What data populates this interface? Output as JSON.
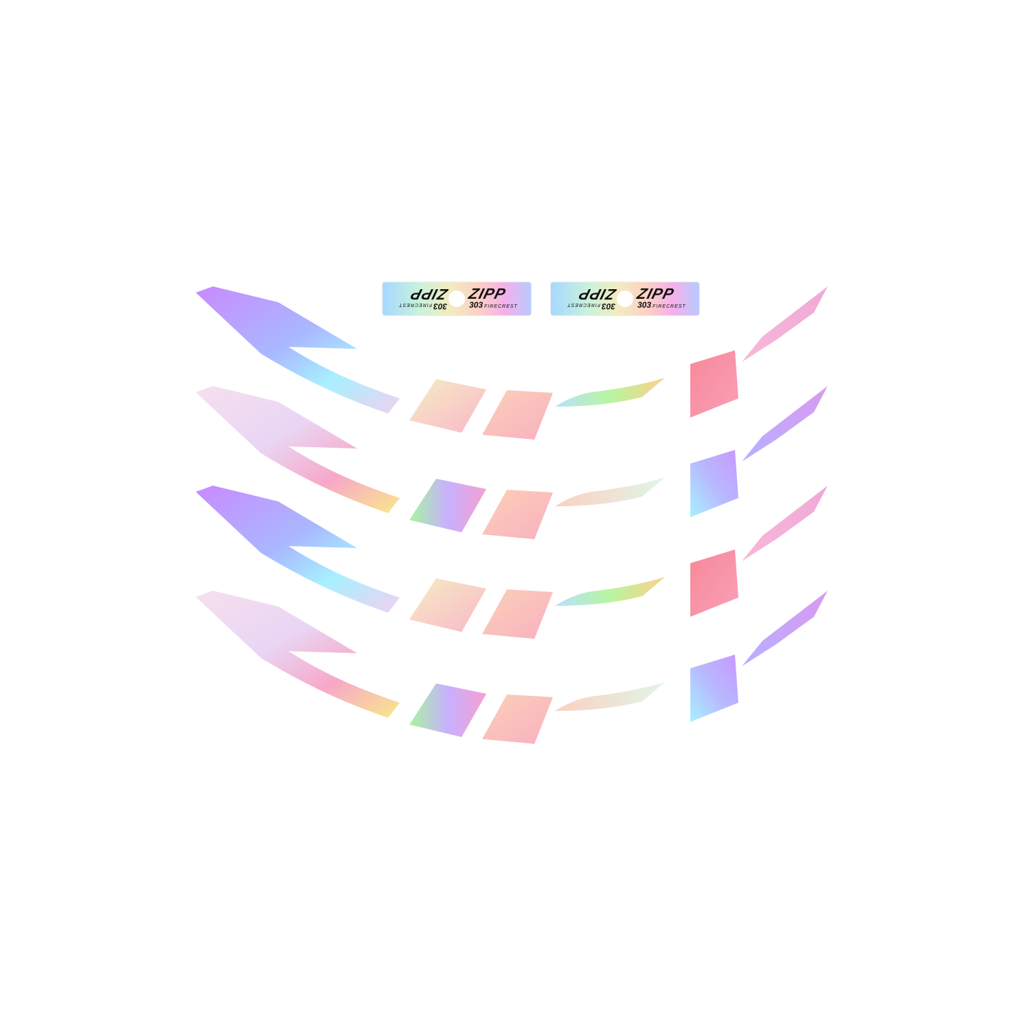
{
  "decal_labels": {
    "brand": "ZIPP",
    "model": "303",
    "line": "FIRECREST"
  },
  "colors": {
    "lavender": "#c78cff",
    "sky": "#a8f0ff",
    "pink": "#f5a0c8",
    "peach": "#fcd0b8",
    "mint": "#b8f5a0",
    "coral": "#f7889a"
  }
}
